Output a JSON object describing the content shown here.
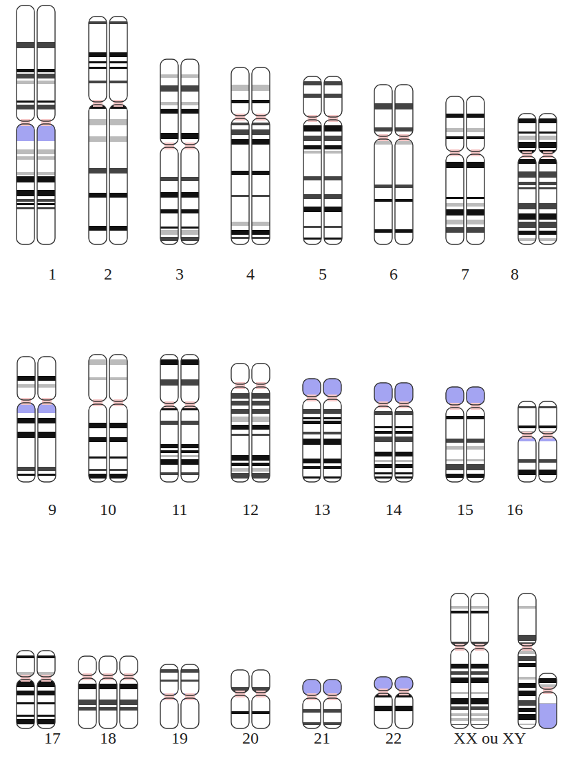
{
  "diagram": {
    "labels": [
      "1",
      "2",
      "3",
      "4",
      "5",
      "6",
      "7",
      "8",
      "9",
      "10",
      "11",
      "12",
      "13",
      "14",
      "15",
      "16",
      "17",
      "18",
      "19",
      "20",
      "21",
      "22",
      "XX ou XY"
    ]
  }
}
